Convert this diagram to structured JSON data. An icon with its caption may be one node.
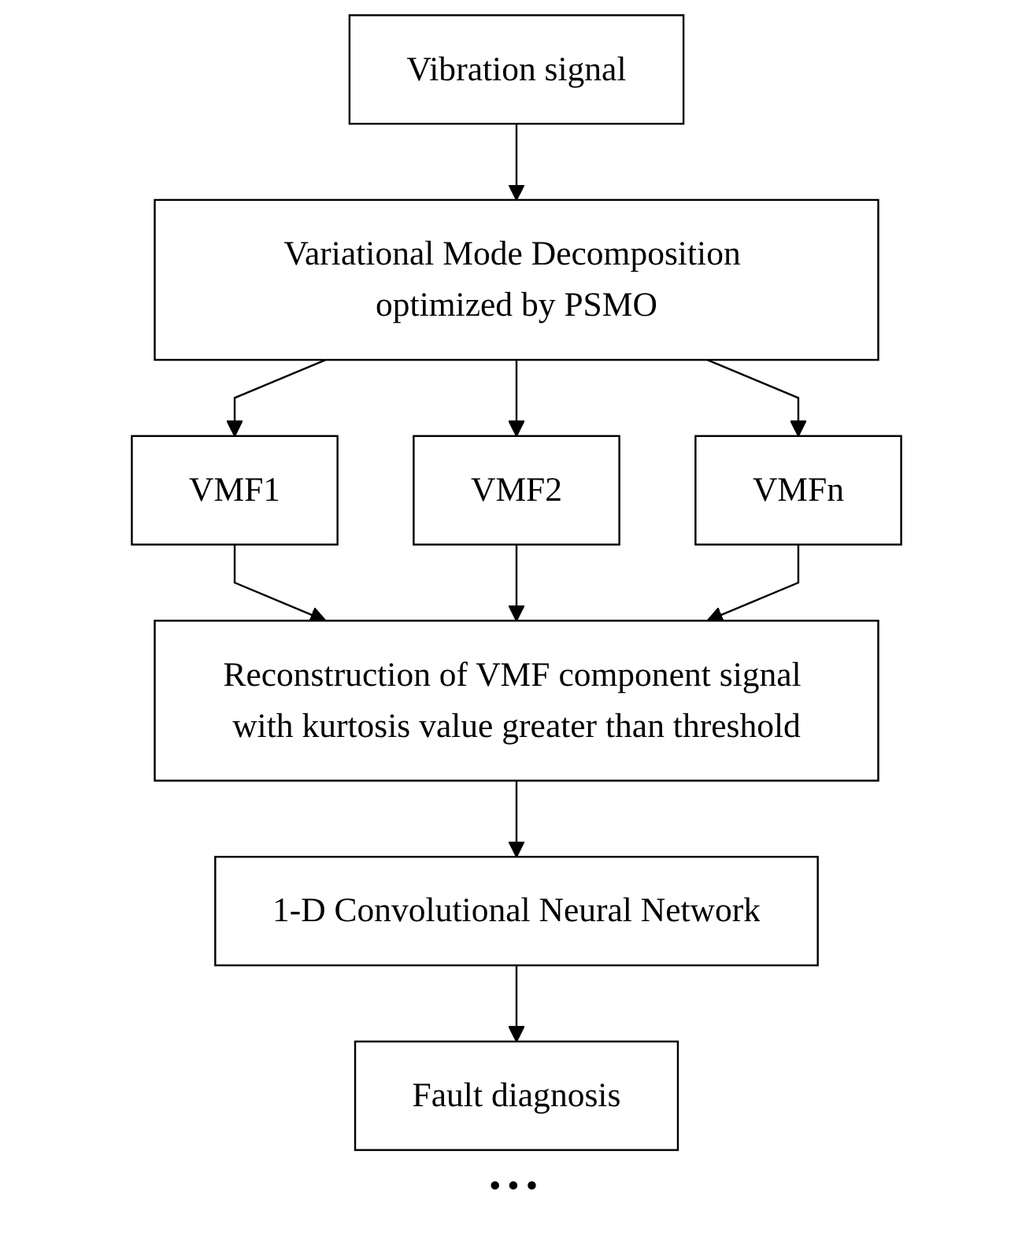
{
  "diagram": {
    "nodes": [
      {
        "text": [
          "Vibration signal"
        ]
      },
      {
        "text": [
          "Variational Mode Decomposition optimized by PSMO"
        ]
      },
      {
        "text": [
          "VMF1"
        ]
      },
      {
        "text": [
          "VMF2"
        ]
      },
      {
        "text": [
          "VMFn"
        ]
      },
      {
        "text": [
          "Reconstruction of VMF component signal with kurtosis value greater than threshold"
        ]
      },
      {
        "text": [
          "1-D Convolutional Neural Network"
        ]
      },
      {
        "text": [
          "Fault diagnosis"
        ]
      }
    ],
    "edges": [
      {
        "from": 0,
        "to": 1,
        "arrow": "to"
      },
      {
        "from": 1,
        "to": 2,
        "arrow": "to"
      },
      {
        "from": 1,
        "to": 3,
        "arrow": "to"
      },
      {
        "from": 1,
        "to": 4,
        "arrow": "to"
      },
      {
        "from": 2,
        "to": 5,
        "arrow": "to"
      },
      {
        "from": 3,
        "to": 5,
        "arrow": "to"
      },
      {
        "from": 4,
        "to": 5,
        "arrow": "to"
      },
      {
        "from": 5,
        "to": 6,
        "arrow": "to"
      },
      {
        "from": 6,
        "to": 7,
        "arrow": "to"
      }
    ],
    "labels": [
      "•••"
    ]
  }
}
